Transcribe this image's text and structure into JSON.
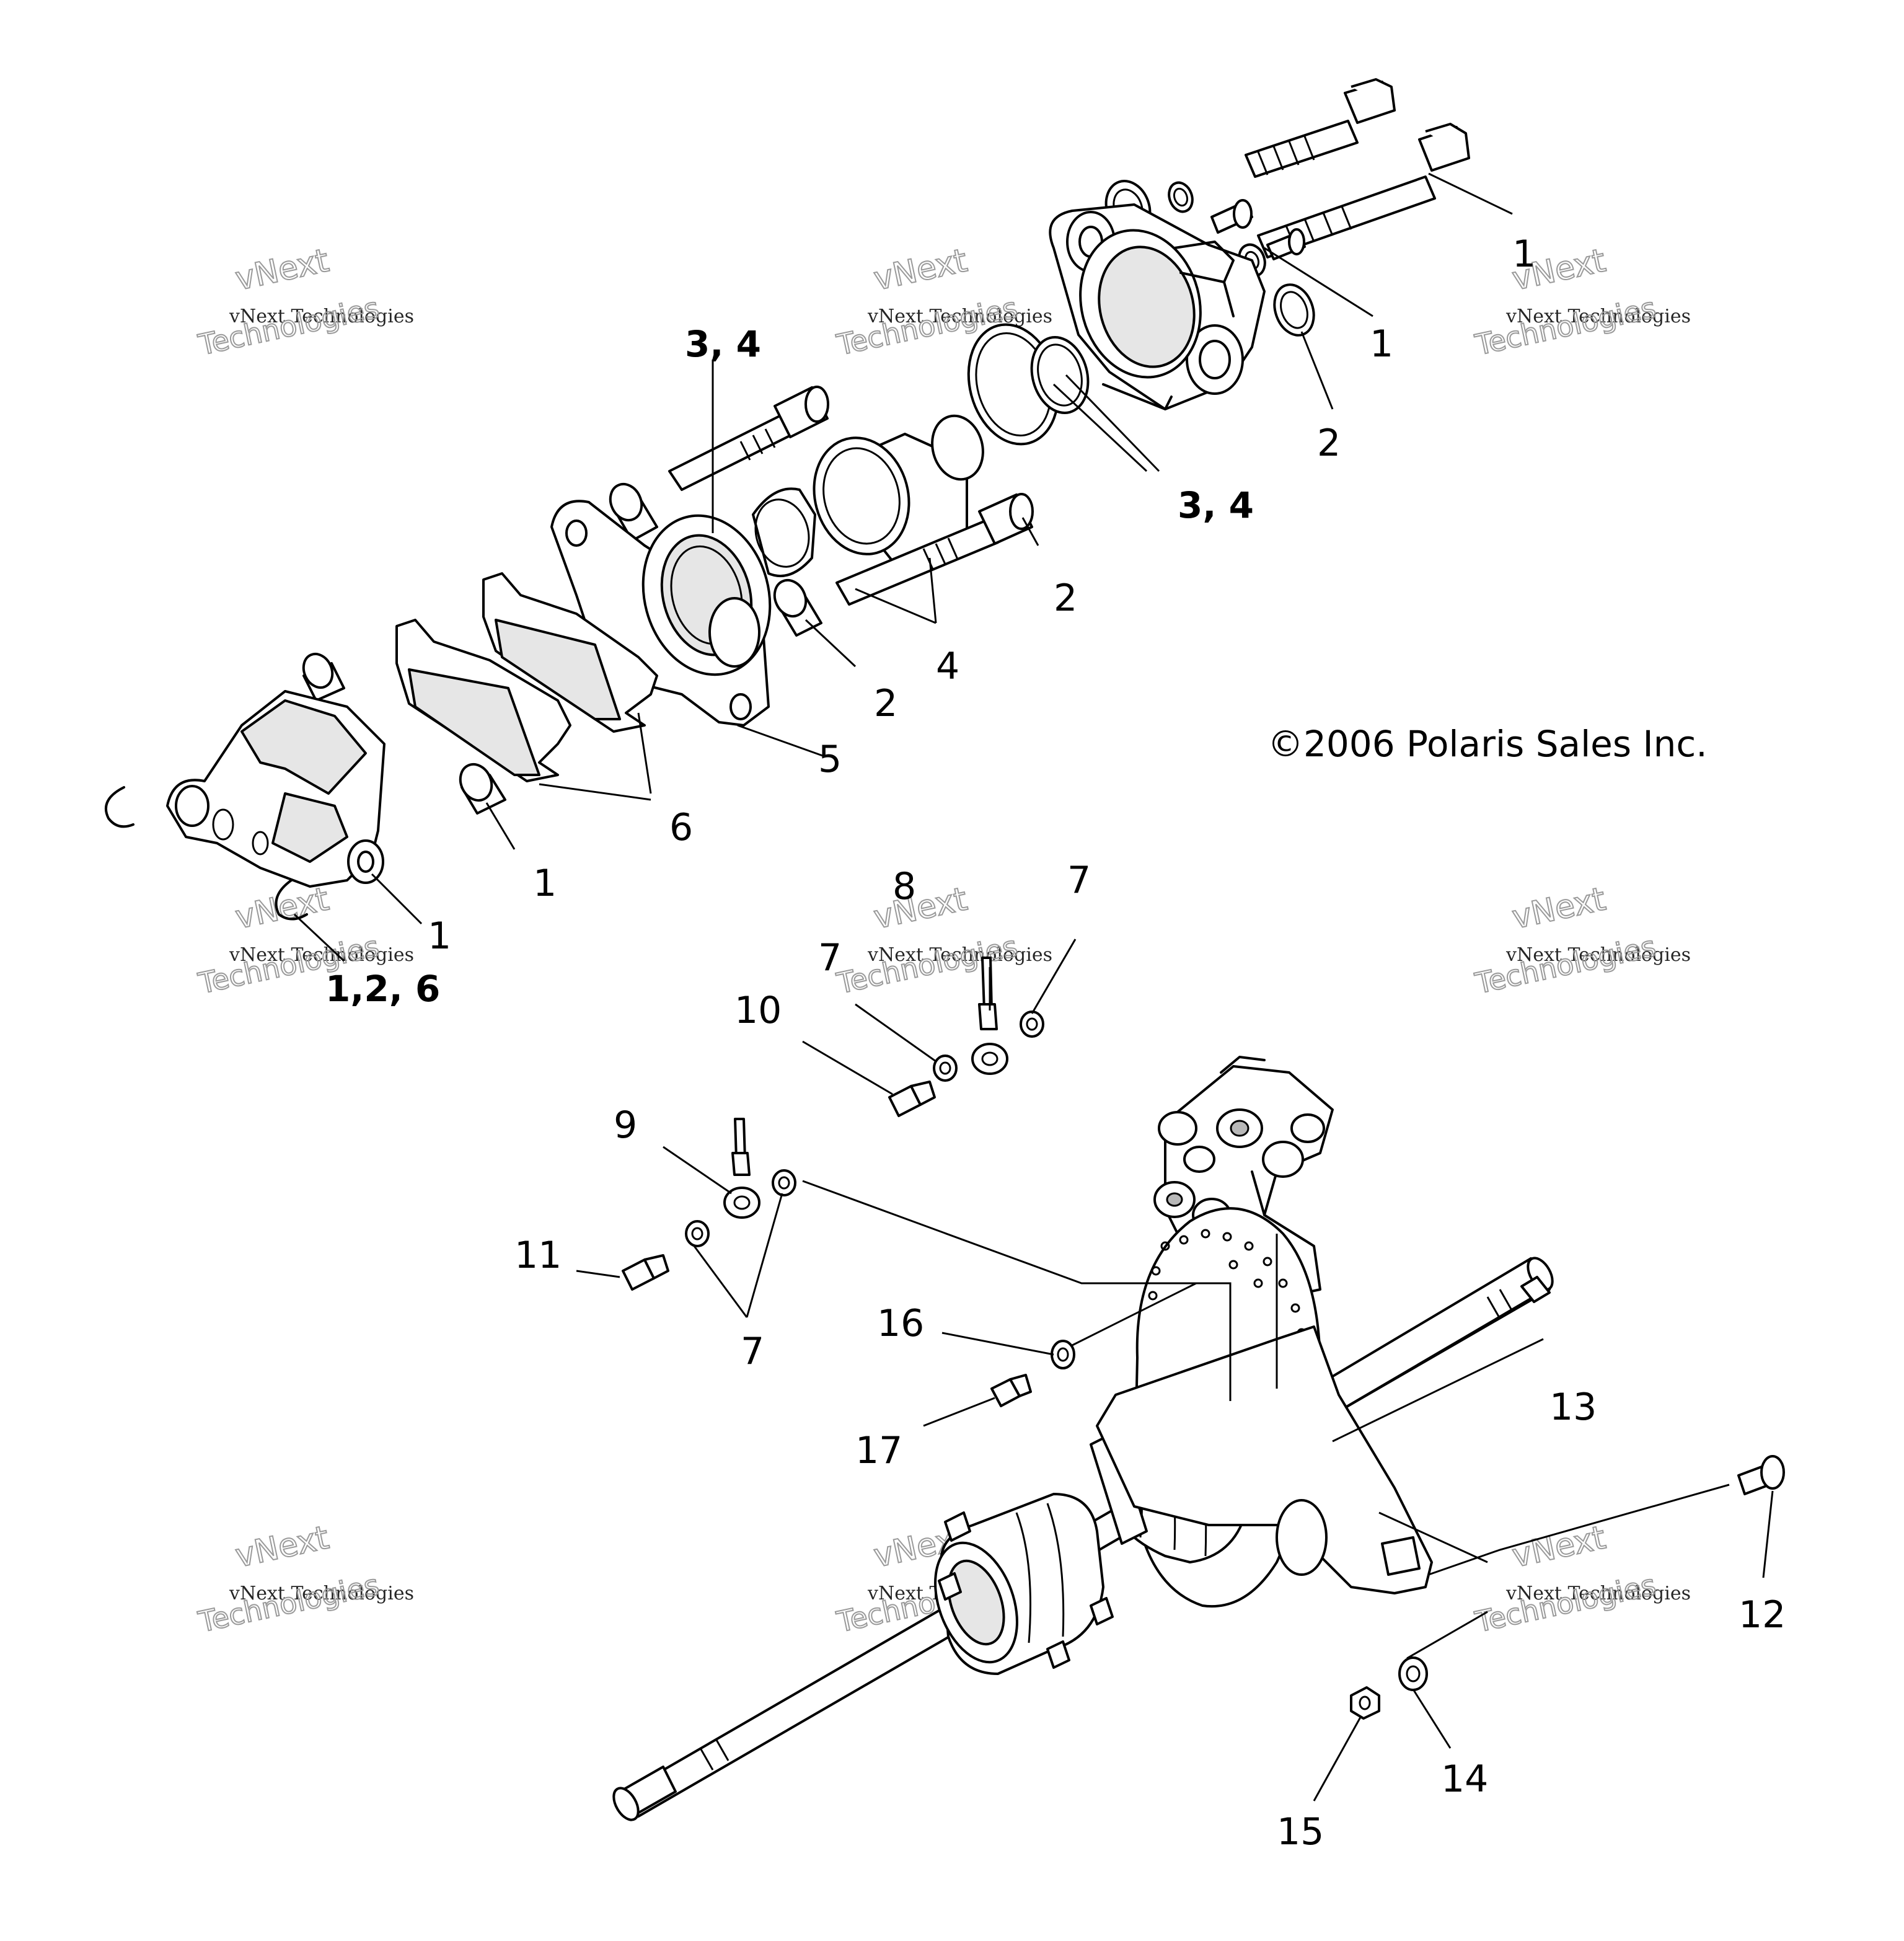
{
  "copyright": "©2006 Polaris Sales Inc.",
  "watermark": {
    "line1": "vNext",
    "line2": "vNext Technologies",
    "line3": "Technologies"
  },
  "callouts": {
    "c01": "1",
    "c02": "1",
    "c03": "2",
    "c04": "3, 4",
    "c05": "3, 4",
    "c06": "2",
    "c07": "4",
    "c08": "2",
    "c09": "5",
    "c10": "6",
    "c11": "1",
    "c12": "1",
    "c13": "1,2, 6",
    "c14": "8",
    "c15": "7",
    "c16": "7",
    "c17": "10",
    "c18": "9",
    "c19": "11",
    "c20": "7",
    "c21": "16",
    "c22": "17",
    "c23": "13",
    "c24": "12",
    "c25": "14",
    "c26": "15"
  }
}
